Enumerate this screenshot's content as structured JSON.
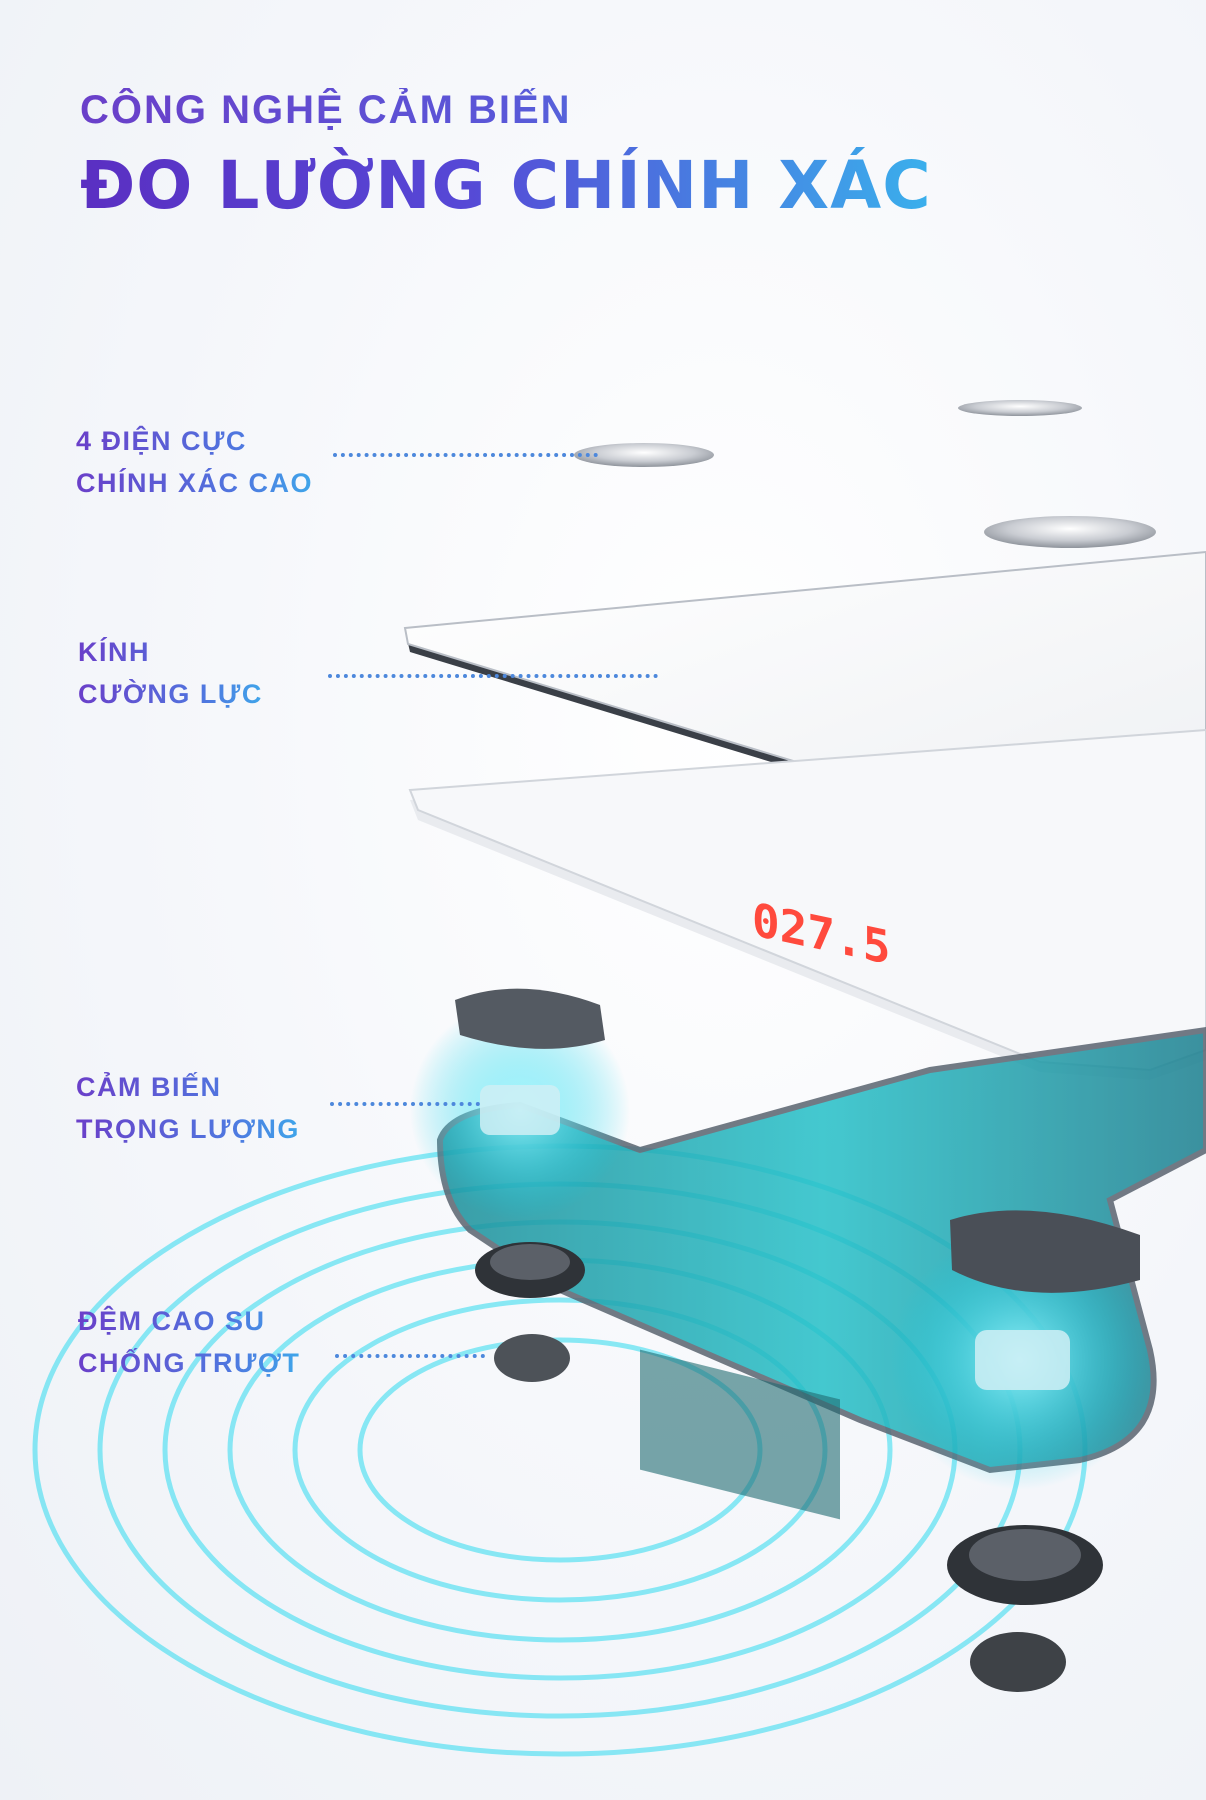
{
  "header": {
    "subtitle": "CÔNG NGHỆ CẢM BIẾN",
    "title": "ĐO LƯỜNG CHÍNH XÁC"
  },
  "features": [
    {
      "line1": "4 ĐIỆN CỰC",
      "line2": "CHÍNH XÁC CAO"
    },
    {
      "line1": "KÍNH",
      "line2": "CƯỜNG LỰC"
    },
    {
      "line1": "CẢM BIẾN",
      "line2": "TRỌNG LƯỢNG"
    },
    {
      "line1": "ĐỆM CAO SU",
      "line2": "CHỐNG TRƯỢT"
    }
  ],
  "display": {
    "reading": "027.5"
  },
  "colors": {
    "accent_purple": "#5a2fc2",
    "accent_blue": "#3ab0ec",
    "display_red": "#ff4a3d",
    "glow_cyan": "#00e5ff"
  }
}
